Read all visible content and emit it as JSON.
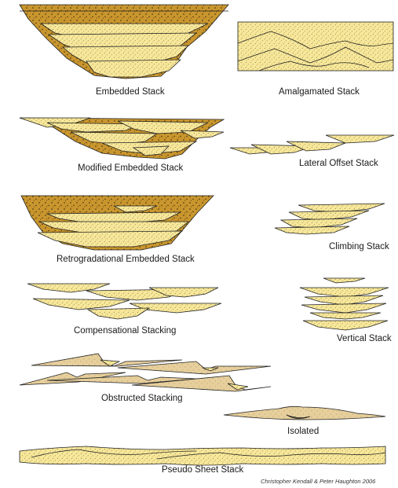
{
  "colors": {
    "sand": "#f7e79a",
    "mud": "#c9962e",
    "beige": "#e7cf9c",
    "outline": "#222222"
  },
  "labels": {
    "embedded": "Embedded Stack",
    "amalgamated": "Amalgamated Stack",
    "modified_embedded": "Modified Embedded Stack",
    "lateral_offset": "Lateral Offset Stack",
    "retrogradational": "Retrogradational Embedded Stack",
    "climbing": "Climbing Stack",
    "compensational": "Compensational Stacking",
    "vertical": "Vertical Stack",
    "obstructed": "Obstructed Stacking",
    "isolated": "Isolated",
    "pseudo_sheet": "Pseudo Sheet Stack"
  },
  "credit": "Christopher Kendall & Peter Haughton 2006"
}
